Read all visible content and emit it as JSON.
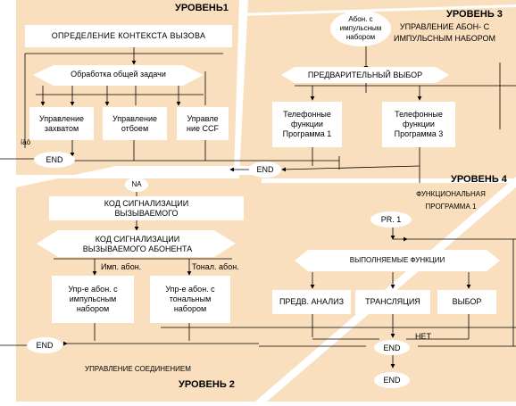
{
  "level1": {
    "title": "УРОВЕНЬ1",
    "context": "ОПРЕДЕЛЕНИЕ  КОНТЕКСТА  ВЫЗОВА",
    "common_task": "Обработка общей задачи",
    "capture": "Управление захватом",
    "release": "Управление отбоем",
    "ccf": "Управле ние CCF",
    "side_mark": "íàö",
    "end": "END"
  },
  "level3": {
    "title": "УРОВЕНЬ 3",
    "subscriber_pulse": "Абон. с импульсным набором",
    "heading": "УПРАВЛЕНИЕ АБОН- С ИМПУЛЬСНЫМ НАБОРОМ",
    "preselect": "ПРЕДВАРИТЕЛЬНЫЙ ВЫБОР",
    "prog1": "Телефонные функции Программа 1",
    "prog3": "Телефонные функции Программа 3",
    "end": "END"
  },
  "level2": {
    "title": "УРОВЕНЬ   2",
    "na": "NA",
    "called_code": "КОД СИГНАЛИЗАЦИИ ВЫЗЫВАЕМОГО",
    "subscriber_code": "КОД  СИГНАЛИЗАЦИИ ВЫЗЫВАЕМОГО АБОНЕНТА",
    "imp_label": "Имп. абон.",
    "ton_label": "Тонал. абон.",
    "pulse_ctrl": "Упр-е абон. с импульсным набором",
    "tone_ctrl": "Упр-е абон. с тональным набором",
    "connection": "УПРАВЛЕНИЕ СОЕДИНЕНИЕМ",
    "end": "END"
  },
  "level4": {
    "title": "УРОВЕНЬ 4",
    "heading": "ФУНКЦИОНАЛЬНАЯ ПРОГРАММА 1",
    "pr": "PR. 1",
    "functions": "ВЫПОЛНЯЕМЫЕ ФУНКЦИИ",
    "analysis": "ПРЕДВ. АНАЛИЗ",
    "translation": "ТРАНСЛЯЦИЯ",
    "choice": "ВЫБОР",
    "no": "НЕТ",
    "end1": "END",
    "end2": "END"
  }
}
